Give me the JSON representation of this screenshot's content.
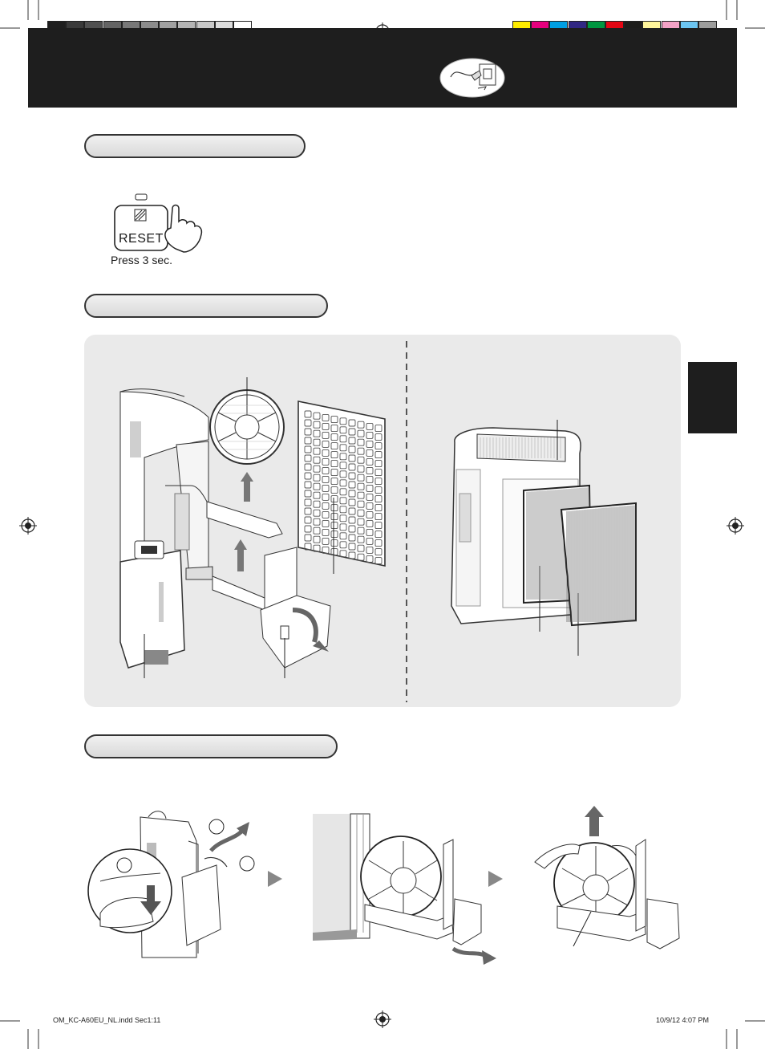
{
  "reset_button": {
    "label": "RESET",
    "caption": "Press 3 sec."
  },
  "footer": {
    "file": "OM_KC-A60EU_NL.indd   Sec1:11",
    "date": "10/9/12   4:07 PM"
  },
  "colors": {
    "header_band": "#1e1e1e",
    "panel_bg": "#eaeaea",
    "grayscale_bar": [
      "#1f1f1f",
      "#3a3a3a",
      "#505050",
      "#646464",
      "#787878",
      "#8c8c8c",
      "#a0a0a0",
      "#b4b4b4",
      "#c8c8c8",
      "#dcdcdc",
      "#ffffff"
    ],
    "color_bar": [
      "#ffed00",
      "#e6007e",
      "#009fe3",
      "#312783",
      "#009640",
      "#e30613",
      "#1d1d1b",
      "#fff59b",
      "#f5a3c7",
      "#6cc5f1",
      "#9d9d9c"
    ]
  },
  "icons": {
    "header": "unplug-icon",
    "registration": "registration-mark-icon",
    "arrow": "play-arrow-icon"
  }
}
